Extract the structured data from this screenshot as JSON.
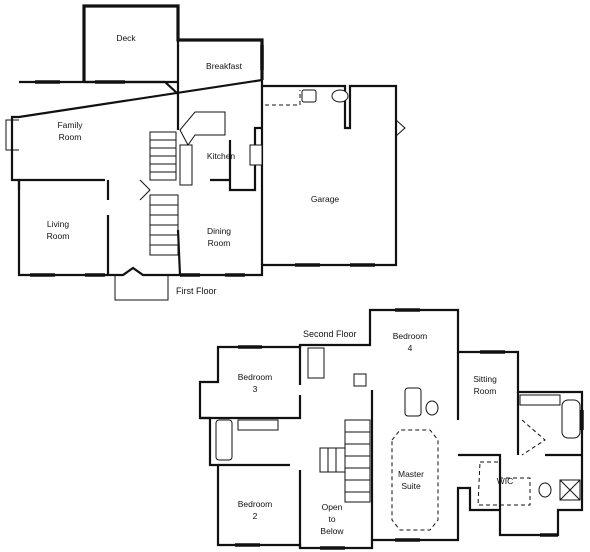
{
  "first_floor": {
    "title": "First Floor",
    "rooms": {
      "deck": "Deck",
      "breakfast": "Breakfast",
      "family_room": [
        "Family",
        "Room"
      ],
      "kitchen": "Kitchen",
      "living_room": [
        "Living",
        "Room"
      ],
      "dining_room": [
        "Dining",
        "Room"
      ],
      "garage": "Garage"
    }
  },
  "second_floor": {
    "title": "Second Floor",
    "rooms": {
      "bedroom_4": [
        "Bedroom",
        "4"
      ],
      "bedroom_3": [
        "Bedroom",
        "3"
      ],
      "sitting_room": [
        "Sitting",
        "Room"
      ],
      "master_suite": [
        "Master",
        "Suite"
      ],
      "wic": "WIC",
      "bedroom_2": [
        "Bedroom",
        "2"
      ],
      "open_to_below": [
        "Open",
        "to",
        "Below"
      ]
    }
  }
}
